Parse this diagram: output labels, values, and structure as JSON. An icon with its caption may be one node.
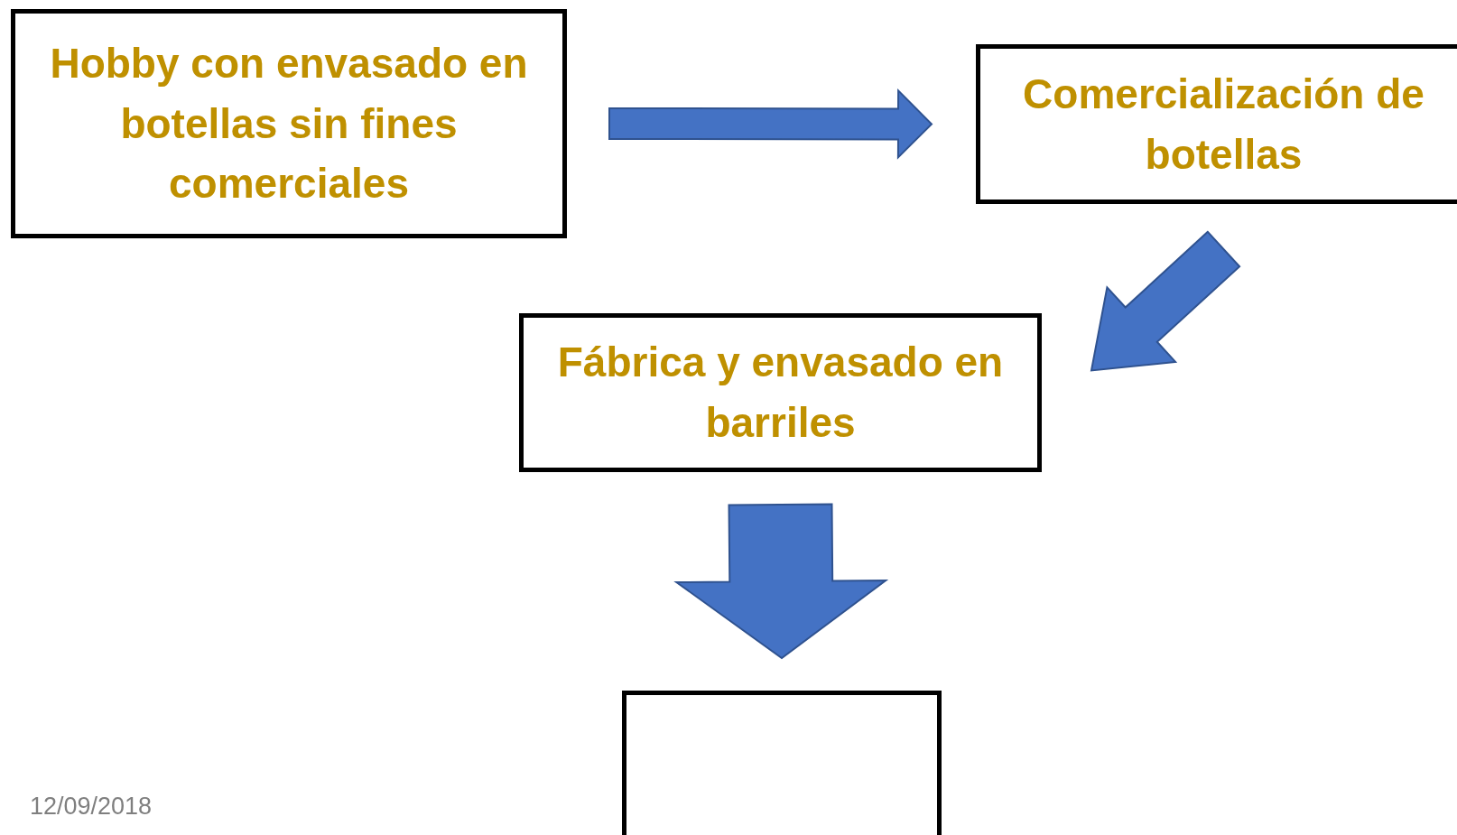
{
  "diagram": {
    "nodes": [
      {
        "text": [
          "Hobby con envasado en botellas sin fines comerciales"
        ]
      },
      {
        "text": [
          "Comercialización de botellas"
        ]
      },
      {
        "text": [
          "Fábrica y envasado en barriles"
        ]
      },
      {
        "text": [],
        "shape": "box"
      }
    ],
    "edges": [
      {
        "from": 0,
        "to": 1,
        "arrow": "to"
      },
      {
        "from": 1,
        "to": 2,
        "arrow": "to"
      },
      {
        "from": 2,
        "to": 3,
        "arrow": "to"
      }
    ],
    "labels": [
      "12/09/2018"
    ]
  }
}
